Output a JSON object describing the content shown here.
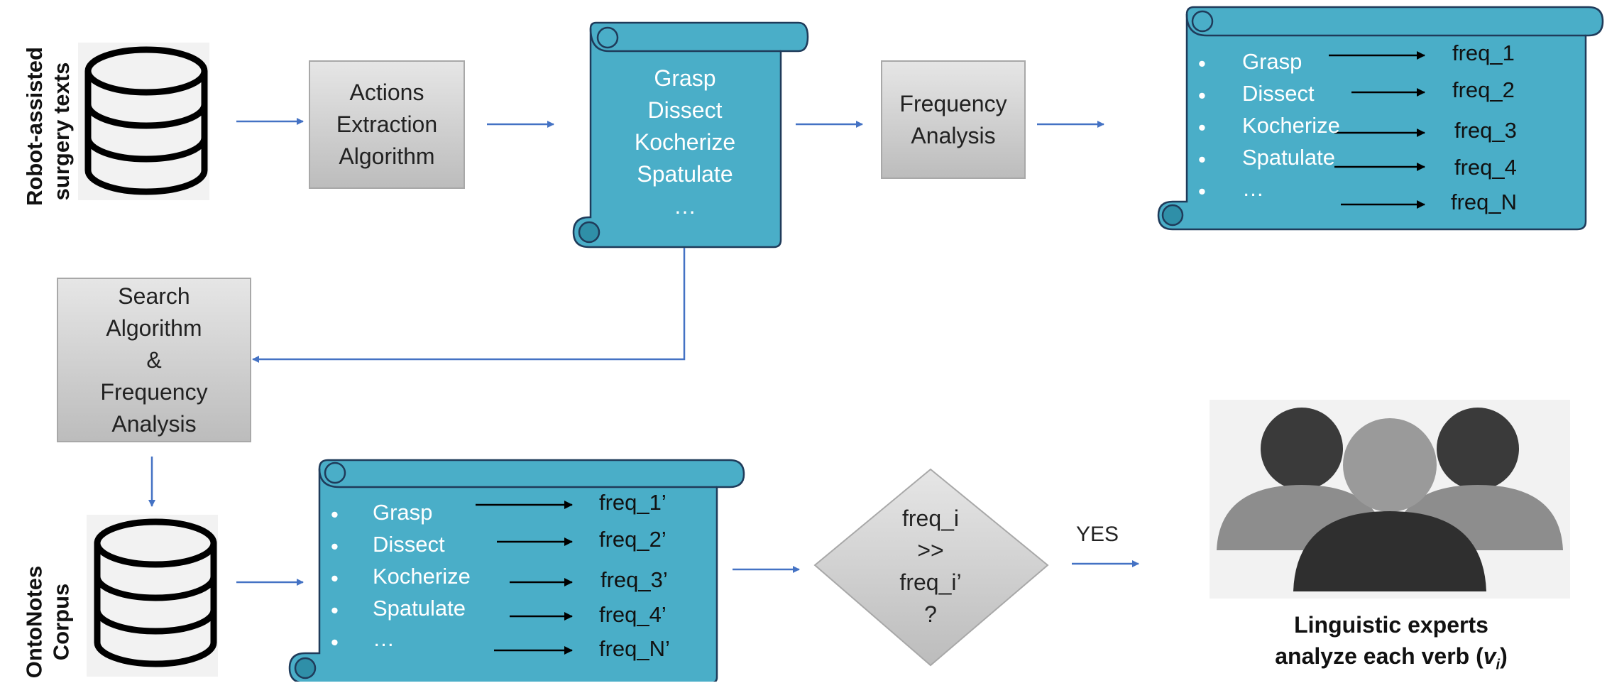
{
  "diagram": {
    "labels": {
      "robot_texts": [
        "Robot-assisted",
        "surgery texts"
      ],
      "ontonotes": [
        "OntoNotes",
        "Corpus"
      ],
      "actions_box": [
        "Actions",
        "Extraction",
        "Algorithm"
      ],
      "frequency_box": [
        "Frequency",
        "Analysis"
      ],
      "search_box": [
        "Search",
        "Algorithm",
        "&",
        "Frequency",
        "Analysis"
      ],
      "scroll_verbs": [
        "Grasp",
        "Dissect",
        "Kocherize",
        "Spatulate",
        "…"
      ],
      "decision": [
        "freq_i",
        ">>",
        "freq_i’",
        "?"
      ],
      "yes_label": "YES",
      "experts_caption_line1": "Linguistic experts",
      "experts_caption_line2_prefix": "analyze each verb (",
      "experts_caption_var": "v",
      "experts_caption_sub": "i",
      "experts_caption_suffix": ")"
    },
    "top_list": {
      "bullet": "•",
      "items": [
        "Grasp",
        "Dissect",
        "Kocherize",
        "Spatulate",
        "…"
      ],
      "freqs": [
        "freq_1",
        "freq_2",
        "freq_3",
        "freq_4",
        "freq_N"
      ]
    },
    "bottom_list": {
      "bullet": "•",
      "items": [
        "Grasp",
        "Dissect",
        "Kocherize",
        "Spatulate",
        "…"
      ],
      "freqs": [
        "freq_1’",
        "freq_2’",
        "freq_3’",
        "freq_4’",
        "freq_N’"
      ]
    },
    "colors": {
      "scroll_fill": "#4aaec8",
      "scroll_stroke": "#1f3b5a",
      "box_fill_top": "#e4e4e4",
      "box_fill_bottom": "#bdbdbd",
      "arrow_blue": "#4472c4",
      "db_stroke": "#000000"
    }
  }
}
